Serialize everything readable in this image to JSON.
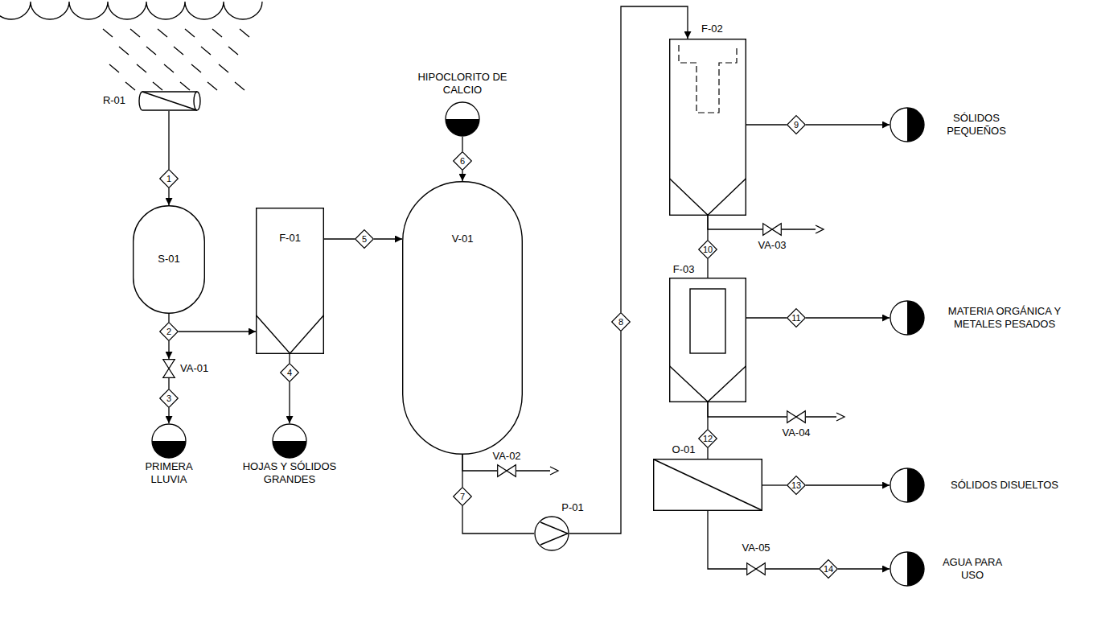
{
  "diagram": {
    "nodes": [
      {
        "text": [
          "R-01"
        ]
      },
      {
        "text": [
          "1"
        ]
      },
      {
        "text": [
          "S-01"
        ]
      },
      {
        "text": [
          "2"
        ]
      },
      {
        "text": [
          "VA-01"
        ]
      },
      {
        "text": [
          "3"
        ]
      },
      {
        "text": [
          "PRIMERA LLUVIA"
        ]
      },
      {
        "text": [
          "F-01"
        ]
      },
      {
        "text": [
          "4"
        ]
      },
      {
        "text": [
          "HOJAS Y SÓLIDOS GRANDES"
        ]
      },
      {
        "text": [
          "5"
        ]
      },
      {
        "text": [
          "HIPOCLORITO DE CALCIO"
        ]
      },
      {
        "text": [
          "6"
        ]
      },
      {
        "text": [
          "V-01"
        ]
      },
      {
        "text": [
          "7"
        ]
      },
      {
        "text": [
          "VA-02"
        ]
      },
      {
        "text": [
          "P-01"
        ]
      },
      {
        "text": [
          "8"
        ]
      },
      {
        "text": [
          "F-02"
        ]
      },
      {
        "text": [
          "9"
        ]
      },
      {
        "text": [
          "SÓLIDOS PEQUEÑOS"
        ]
      },
      {
        "text": [
          "VA-03"
        ]
      },
      {
        "text": [
          "10"
        ]
      },
      {
        "text": [
          "F-03"
        ]
      },
      {
        "text": [
          "11"
        ]
      },
      {
        "text": [
          "MATERIA ORGÁNICA Y METALES PESADOS"
        ]
      },
      {
        "text": [
          "VA-04"
        ]
      },
      {
        "text": [
          "12"
        ]
      },
      {
        "text": [
          "O-01"
        ]
      },
      {
        "text": [
          "13"
        ]
      },
      {
        "text": [
          "SÓLIDOS DISUELTOS"
        ]
      },
      {
        "text": [
          "VA-05"
        ]
      },
      {
        "text": [
          "14"
        ]
      },
      {
        "text": [
          "AGUA PARA USO"
        ]
      }
    ],
    "edges": [
      {
        "from": 0,
        "to": 1,
        "arrow": "none"
      },
      {
        "from": 1,
        "to": 2,
        "arrow": "to"
      },
      {
        "from": 2,
        "to": 3,
        "arrow": "none"
      },
      {
        "from": 3,
        "to": 7,
        "arrow": "to"
      },
      {
        "from": 3,
        "to": 4,
        "arrow": "to"
      },
      {
        "from": 4,
        "to": 5,
        "arrow": "none"
      },
      {
        "from": 5,
        "to": 6,
        "arrow": "to"
      },
      {
        "from": 7,
        "to": 8,
        "arrow": "none"
      },
      {
        "from": 8,
        "to": 9,
        "arrow": "to"
      },
      {
        "from": 7,
        "to": 10,
        "arrow": "none"
      },
      {
        "from": 10,
        "to": 13,
        "arrow": "to"
      },
      {
        "from": 11,
        "to": 12,
        "arrow": "none"
      },
      {
        "from": 12,
        "to": 13,
        "arrow": "to"
      },
      {
        "from": 13,
        "to": 14,
        "arrow": "none"
      },
      {
        "from": 13,
        "to": 15,
        "arrow": "none"
      },
      {
        "from": 14,
        "to": 16,
        "arrow": "none"
      },
      {
        "from": 16,
        "to": 17,
        "arrow": "none"
      },
      {
        "from": 17,
        "to": 18,
        "arrow": "to"
      },
      {
        "from": 18,
        "to": 19,
        "arrow": "none"
      },
      {
        "from": 19,
        "to": 20,
        "arrow": "to"
      },
      {
        "from": 18,
        "to": 21,
        "arrow": "none"
      },
      {
        "from": 18,
        "to": 22,
        "arrow": "none"
      },
      {
        "from": 22,
        "to": 23,
        "arrow": "none"
      },
      {
        "from": 23,
        "to": 24,
        "arrow": "none"
      },
      {
        "from": 24,
        "to": 25,
        "arrow": "to"
      },
      {
        "from": 23,
        "to": 26,
        "arrow": "none"
      },
      {
        "from": 23,
        "to": 27,
        "arrow": "none"
      },
      {
        "from": 27,
        "to": 28,
        "arrow": "none"
      },
      {
        "from": 28,
        "to": 29,
        "arrow": "none"
      },
      {
        "from": 29,
        "to": 30,
        "arrow": "to"
      },
      {
        "from": 28,
        "to": 31,
        "arrow": "none"
      },
      {
        "from": 31,
        "to": 32,
        "arrow": "none"
      },
      {
        "from": 32,
        "to": 33,
        "arrow": "to"
      }
    ]
  }
}
